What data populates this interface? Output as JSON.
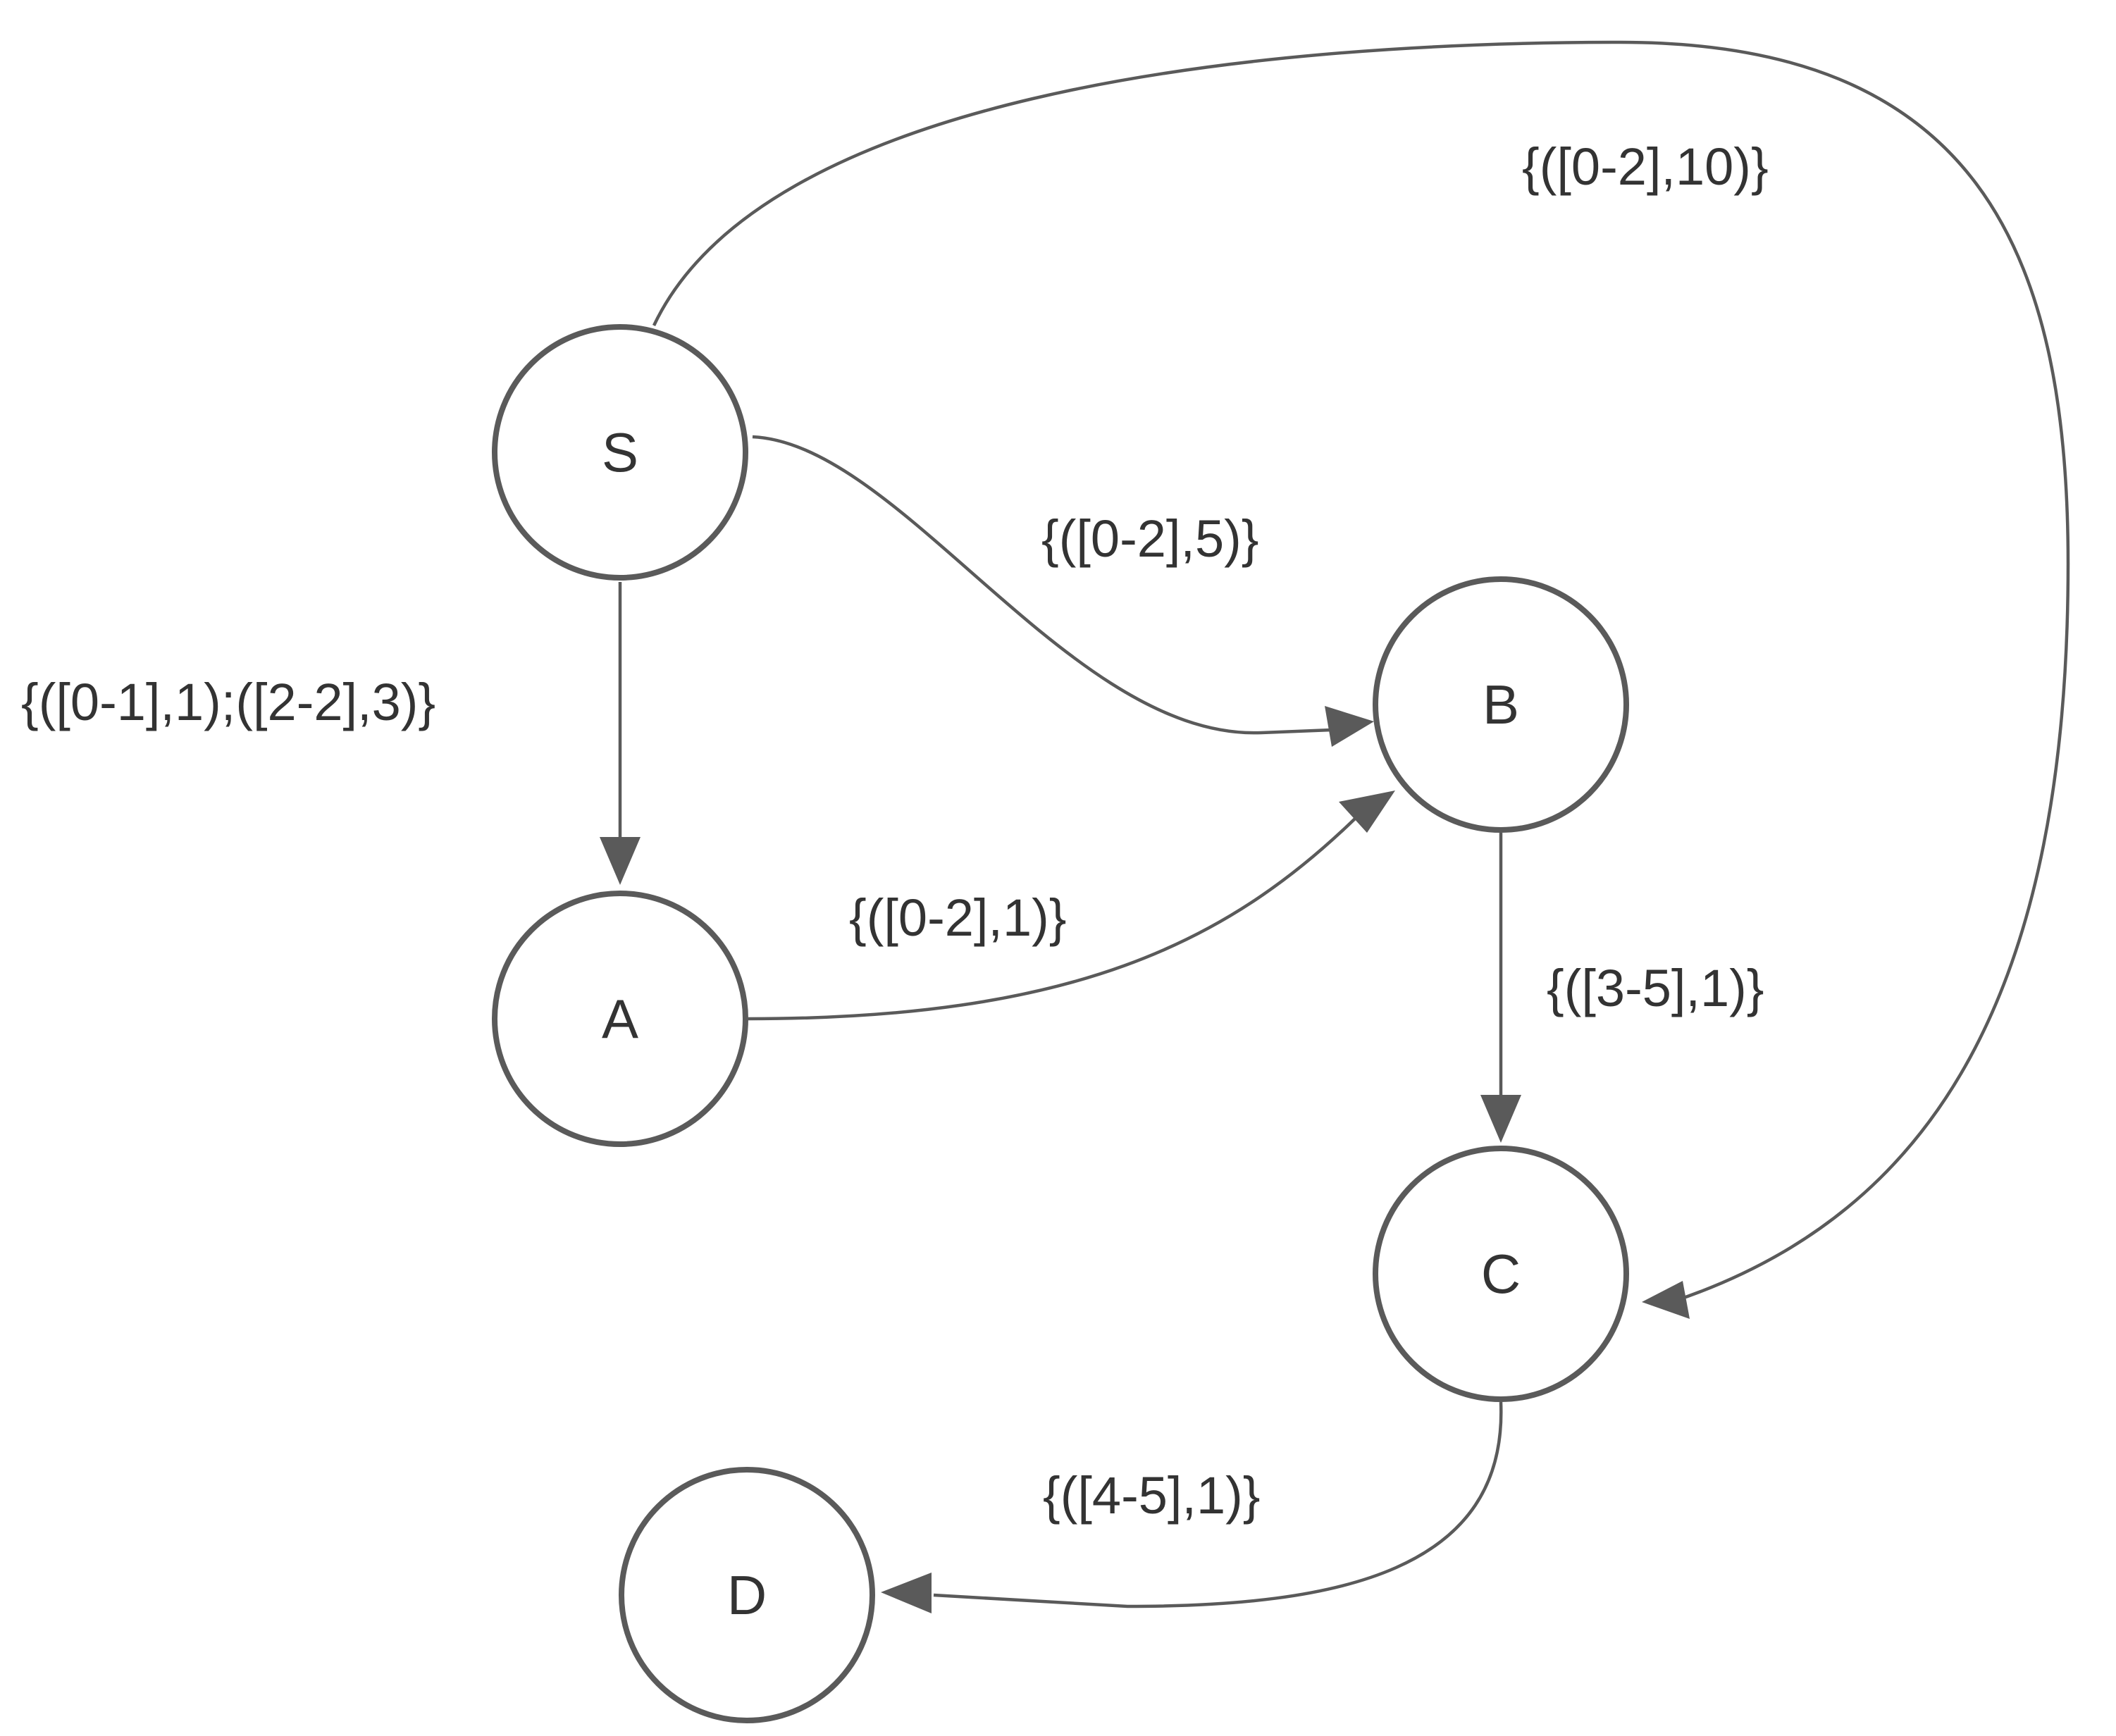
{
  "nodes": {
    "S": "S",
    "A": "A",
    "B": "B",
    "C": "C",
    "D": "D"
  },
  "edges": {
    "s_to_a": "{([0-1],1);([2-2],3)}",
    "s_to_b": "{([0-2],5)}",
    "s_to_c": "{([0-2],10)}",
    "a_to_b": "{([0-2],1)}",
    "b_to_c": "{([3-5],1)}",
    "c_to_d": "{([4-5],1)}"
  },
  "colors": {
    "stroke": "#5a5a5a",
    "text": "#333333",
    "background": "#ffffff"
  }
}
